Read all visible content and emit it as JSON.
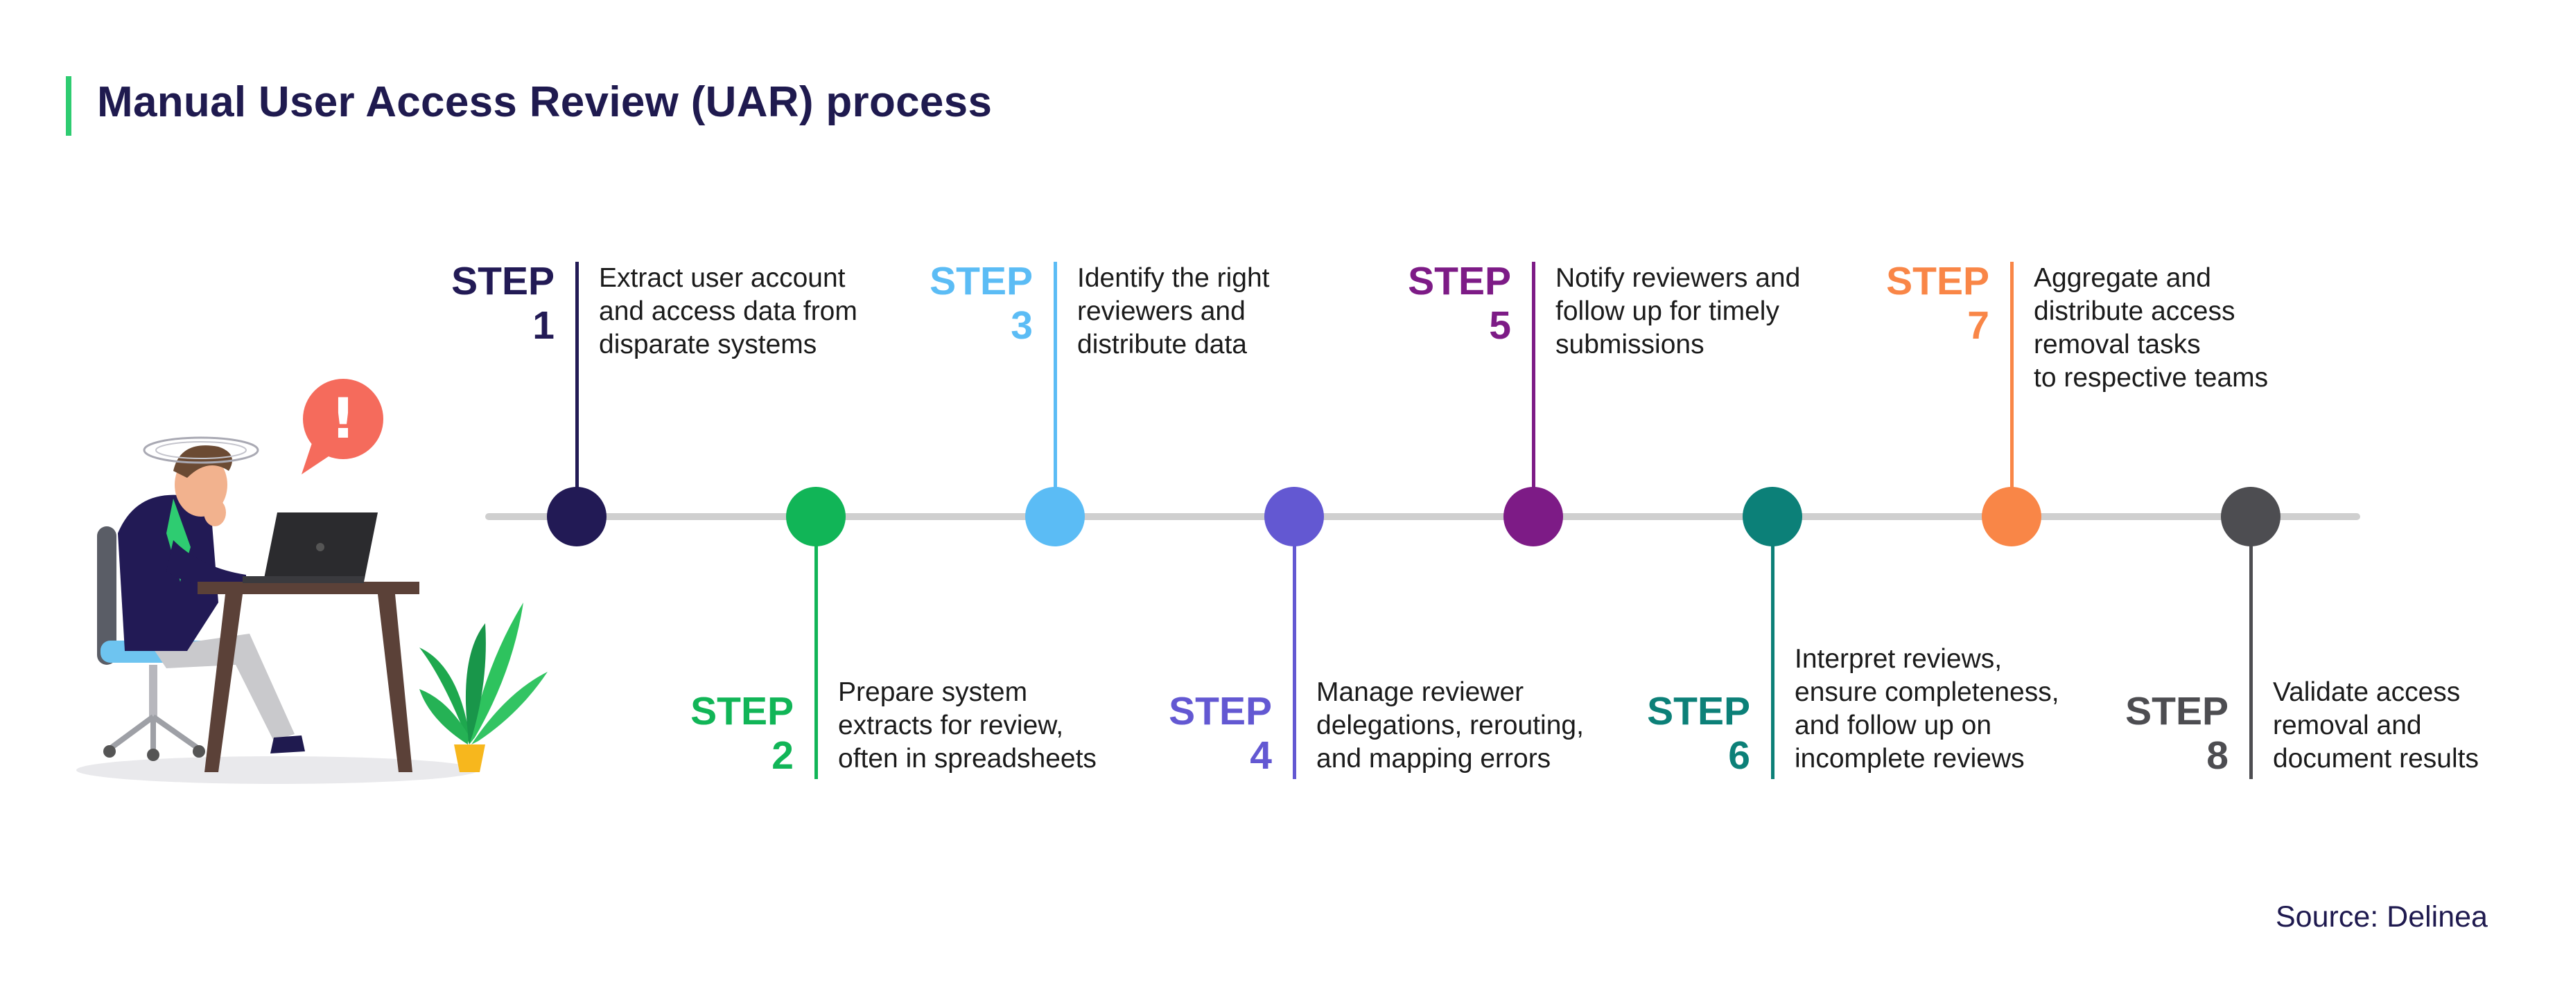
{
  "title": "Manual User Access Review (UAR) process",
  "source": "Source: Delinea",
  "step_word": "STEP",
  "alert_symbol": "!",
  "steps": [
    {
      "number": "1",
      "color": "#221a55",
      "position": "above",
      "text": [
        "Extract user account",
        "and access data from",
        "disparate systems"
      ]
    },
    {
      "number": "2",
      "color": "#11b557",
      "position": "below",
      "text": [
        "Prepare system",
        "extracts for review,",
        "often in spreadsheets"
      ]
    },
    {
      "number": "3",
      "color": "#5bbcf5",
      "position": "above",
      "text": [
        "Identify the right",
        "reviewers and",
        "distribute data"
      ]
    },
    {
      "number": "4",
      "color": "#6358d2",
      "position": "below",
      "text": [
        "Manage reviewer",
        "delegations, rerouting,",
        "and mapping errors"
      ]
    },
    {
      "number": "5",
      "color": "#7d1b86",
      "position": "above",
      "text": [
        "Notify reviewers and",
        "follow up for timely",
        "submissions"
      ]
    },
    {
      "number": "6",
      "color": "#0c8078",
      "position": "below",
      "text": [
        "Interpret reviews,",
        "ensure completeness,",
        "and follow up on",
        "incomplete reviews"
      ]
    },
    {
      "number": "7",
      "color": "#f98647",
      "position": "above",
      "text": [
        "Aggregate and",
        "distribute access",
        "removal tasks",
        "to respective teams"
      ]
    },
    {
      "number": "8",
      "color": "#4d4d51",
      "position": "below",
      "text": [
        "Validate access",
        "removal and",
        "document results"
      ]
    }
  ]
}
